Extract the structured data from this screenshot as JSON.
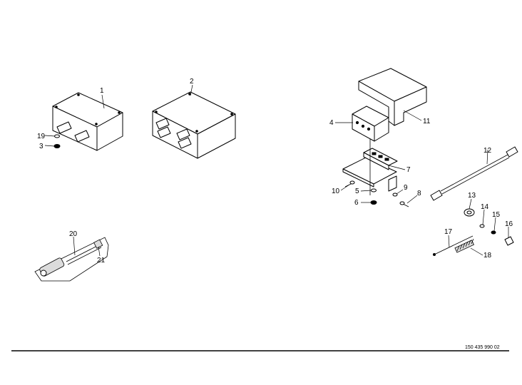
{
  "drawing": {
    "document_number": "150 435 990 02",
    "callouts": {
      "c1": "1",
      "c2": "2",
      "c3": "3",
      "c4": "4",
      "c5": "5",
      "c6": "6",
      "c7": "7",
      "c8": "8",
      "c9": "9",
      "c10": "10",
      "c11": "11",
      "c12": "12",
      "c13": "13",
      "c14": "14",
      "c15": "15",
      "c16": "16",
      "c17": "17",
      "c18": "18",
      "c19": "19",
      "c20": "20",
      "c21": "21"
    }
  }
}
